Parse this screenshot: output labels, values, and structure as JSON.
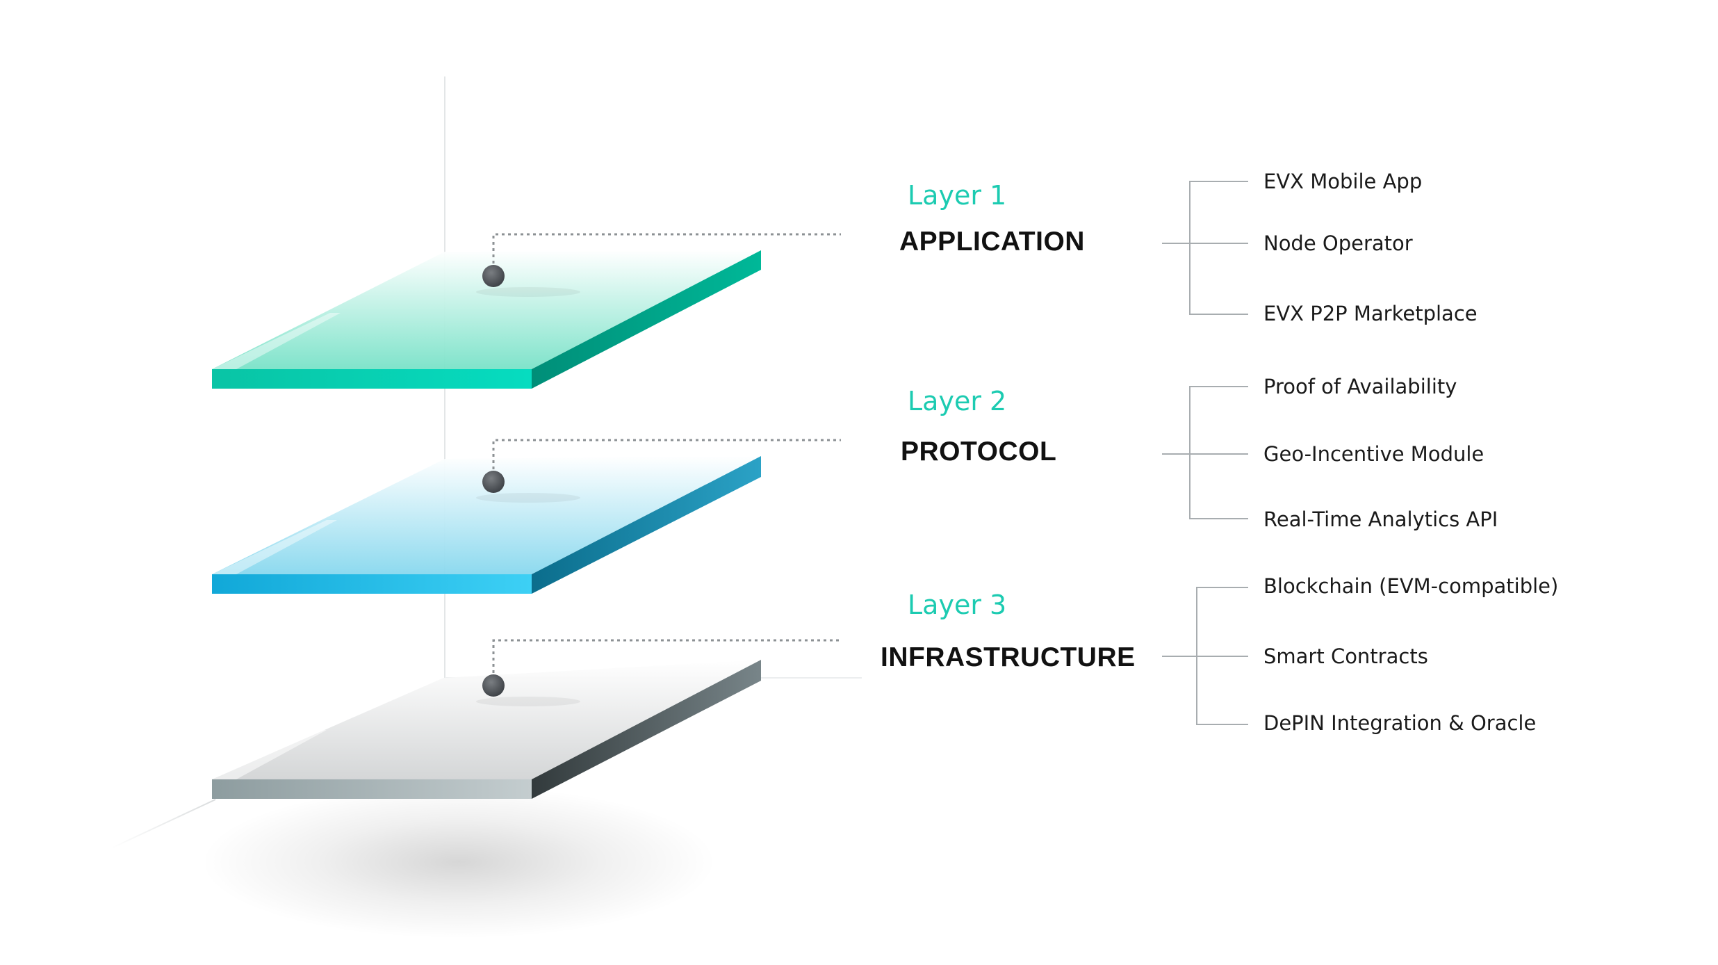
{
  "accent": "#1ccbb1",
  "layers": [
    {
      "tag": "Layer 1",
      "name": "APPLICATION",
      "color": "teal",
      "items": [
        "EVX Mobile App",
        "Node Operator",
        "EVX P2P Marketplace"
      ]
    },
    {
      "tag": "Layer 2",
      "name": "PROTOCOL",
      "color": "blue",
      "items": [
        "Proof of Availability",
        "Geo-Incentive Module",
        "Real-Time Analytics API"
      ]
    },
    {
      "tag": "Layer 3",
      "name": "INFRASTRUCTURE",
      "color": "gray",
      "items": [
        "Blockchain (EVM-compatible)",
        "Smart Contracts",
        "DePIN Integration & Oracle"
      ]
    }
  ]
}
